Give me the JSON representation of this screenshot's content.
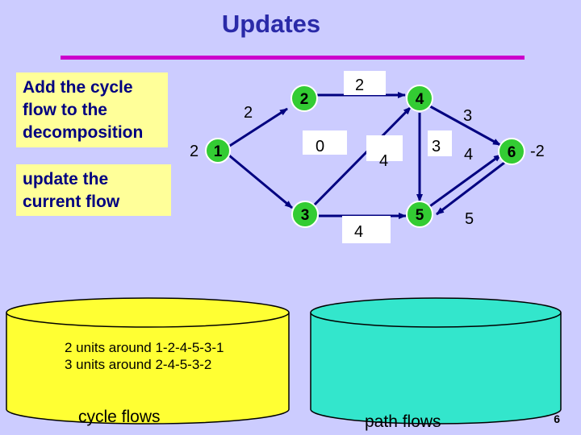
{
  "title": "Updates",
  "notes": {
    "add_cycle": "Add the cycle flow to the decomposition",
    "update_flow": "update the current flow"
  },
  "graph": {
    "nodes": [
      "1",
      "2",
      "3",
      "4",
      "5",
      "6"
    ],
    "edge_labels": {
      "e_1_2": "2",
      "e_2_4": "2",
      "e_4_6": "3",
      "e_1_3": "0",
      "e_3_4": "4",
      "e_4_5": "3",
      "e_5_6_up": "4",
      "e_3_5": "4",
      "e_6_5": "5",
      "node1_side": "2",
      "node6_side": "-2"
    },
    "colors": {
      "node_fill": "#33cc33",
      "edge": "#000080"
    }
  },
  "cylinders": {
    "cycle": {
      "color": "#ffff33",
      "lines": [
        "2 units around 1-2-4-5-3-1",
        "3 units around 2-4-5-3-2"
      ],
      "label": "cycle flows"
    },
    "path": {
      "color": "#33e6cc",
      "label": "path flows"
    }
  },
  "page_number": "6"
}
